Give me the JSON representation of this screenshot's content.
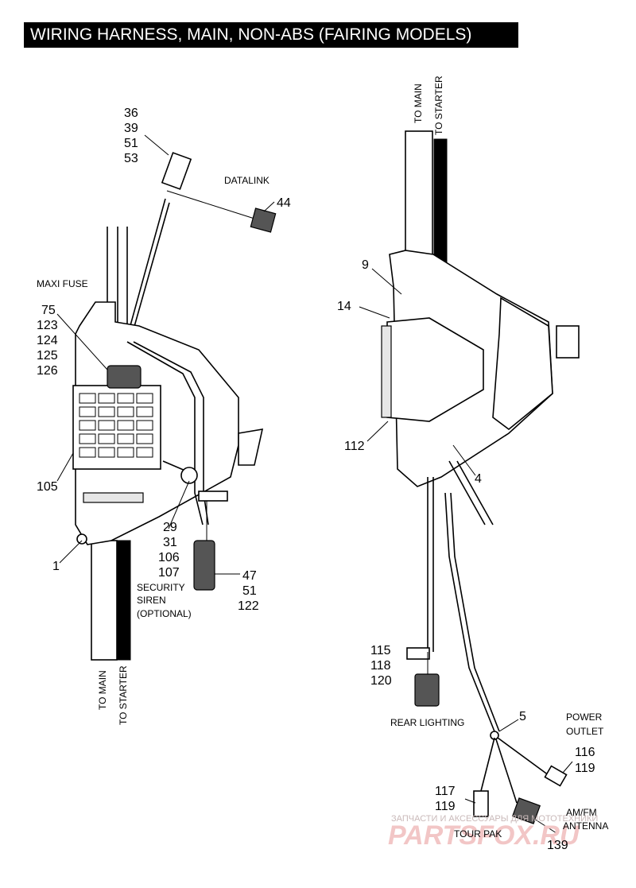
{
  "title": "WIRING HARNESS, MAIN, NON-ABS (FAIRING MODELS)",
  "left": {
    "callout_36": [
      "36",
      "39",
      "51",
      "53"
    ],
    "datalink": "DATALINK",
    "callout_44": "44",
    "maxi_fuse": "MAXI FUSE",
    "callout_75": [
      "75",
      "123",
      "124",
      "125",
      "126"
    ],
    "callout_105": "105",
    "callout_1": "1",
    "callout_29": [
      "29",
      "31",
      "106",
      "107"
    ],
    "security_siren": [
      "SECURITY",
      "SIREN",
      "(OPTIONAL)"
    ],
    "callout_47": [
      "47",
      "51",
      "122"
    ],
    "to_main": "TO MAIN",
    "to_starter": "TO STARTER"
  },
  "right": {
    "to_main": "TO MAIN",
    "to_starter": "TO STARTER",
    "callout_9": "9",
    "callout_14": "14",
    "callout_112": "112",
    "callout_4": "4",
    "callout_115": [
      "115",
      "118",
      "120"
    ],
    "rear_lighting": "REAR LIGHTING",
    "callout_5": "5",
    "power_outlet": [
      "POWER",
      "OUTLET"
    ],
    "callout_116": [
      "116",
      "119"
    ],
    "callout_117": [
      "117",
      "119"
    ],
    "am_fm": [
      "AM/FM",
      "ANTENNA"
    ],
    "callout_139": "139",
    "tour_pak": "TOUR PAK"
  },
  "watermark": {
    "line1": "ЗАПЧАСТИ И АКСЕССУАРЫ ДЛЯ МОТОТЕХНИКИ",
    "line2": "PARTSFOX.RU"
  }
}
